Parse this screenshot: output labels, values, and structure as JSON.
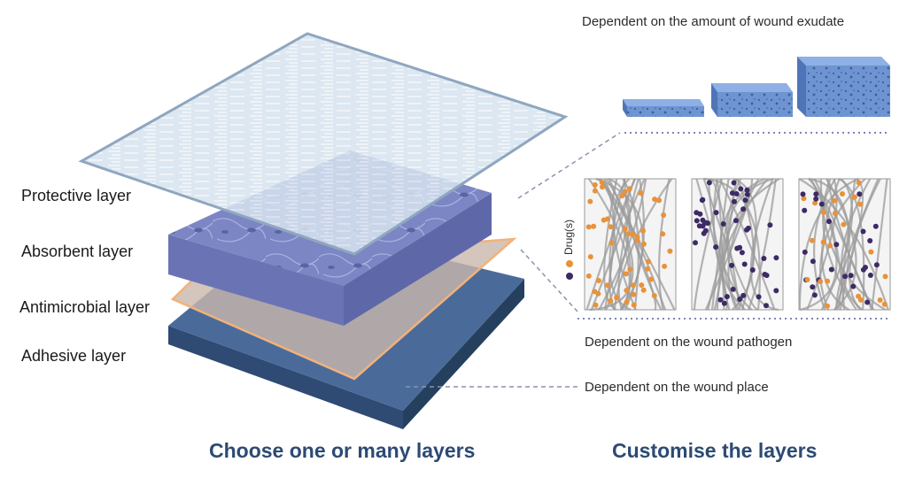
{
  "layers": {
    "protective": "Protective layer",
    "absorbent": "Absorbent layer",
    "antimicrobial": "Antimicrobial layer",
    "adhesive": "Adhesive layer"
  },
  "notes": {
    "exudate": "Dependent on the amount of wound exudate",
    "pathogen": "Dependent on the wound pathogen",
    "place": "Dependent on the wound place"
  },
  "legend": {
    "drug_label": "Drug(s)"
  },
  "headings": {
    "left": "Choose one or many layers",
    "right": "Customise the layers"
  },
  "colors": {
    "heading": "#2c4a73",
    "drug_orange": "#e8923a",
    "drug_purple": "#3e2a66",
    "sponge_blue": "#6e94d2",
    "adhesive_blue": "#3f5f8e"
  }
}
